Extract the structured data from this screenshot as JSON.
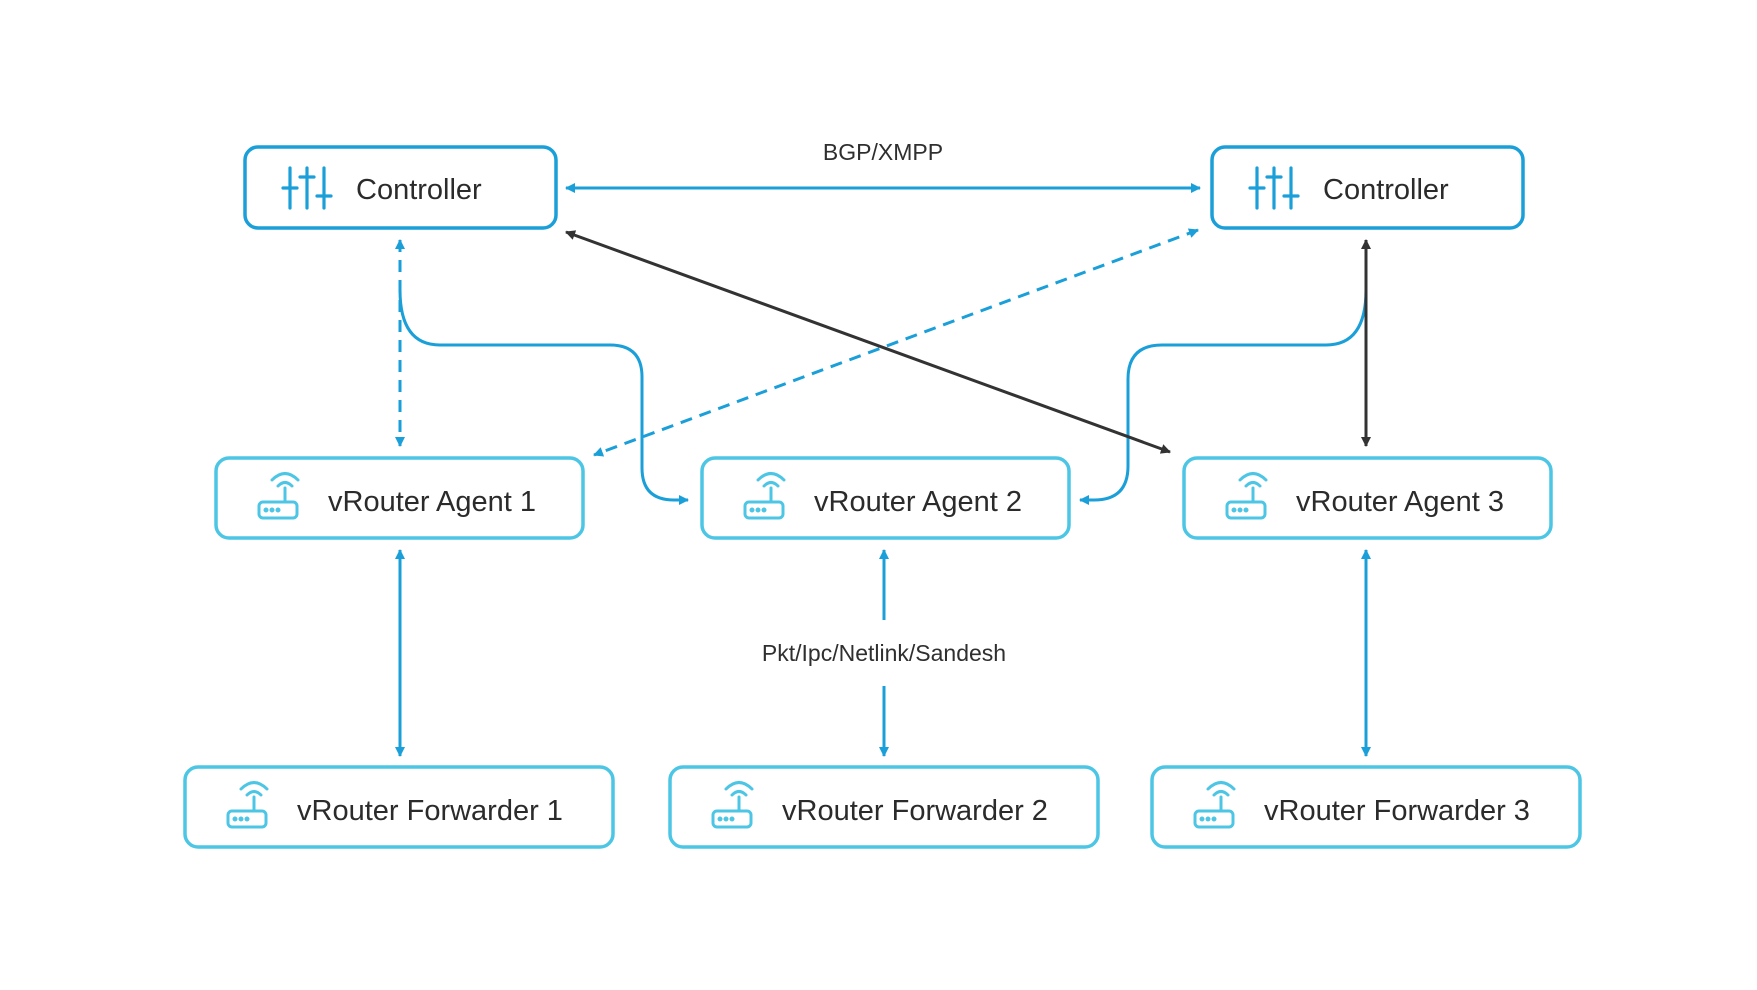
{
  "diagram": {
    "controllers": [
      {
        "label": "Controller",
        "icon": "sliders-icon"
      },
      {
        "label": "Controller",
        "icon": "sliders-icon"
      }
    ],
    "agents": [
      {
        "label": "vRouter Agent 1",
        "icon": "router-icon"
      },
      {
        "label": "vRouter Agent 2",
        "icon": "router-icon"
      },
      {
        "label": "vRouter Agent 3",
        "icon": "router-icon"
      }
    ],
    "forwarders": [
      {
        "label": "vRouter Forwarder 1",
        "icon": "router-icon"
      },
      {
        "label": "vRouter Forwarder 2",
        "icon": "router-icon"
      },
      {
        "label": "vRouter Forwarder 3",
        "icon": "router-icon"
      }
    ],
    "edge_labels": {
      "controller_link": "BGP/XMPP",
      "agent_forwarder_link": "Pkt/Ipc/Netlink/Sandesh"
    },
    "colors": {
      "controller_border": "#1a9fd9",
      "node_border": "#4cc6e4",
      "link_blue": "#1a9fd9",
      "link_dark": "#333333",
      "icon_controller": "#1a9fd9",
      "icon_router": "#4cc6e4"
    }
  }
}
